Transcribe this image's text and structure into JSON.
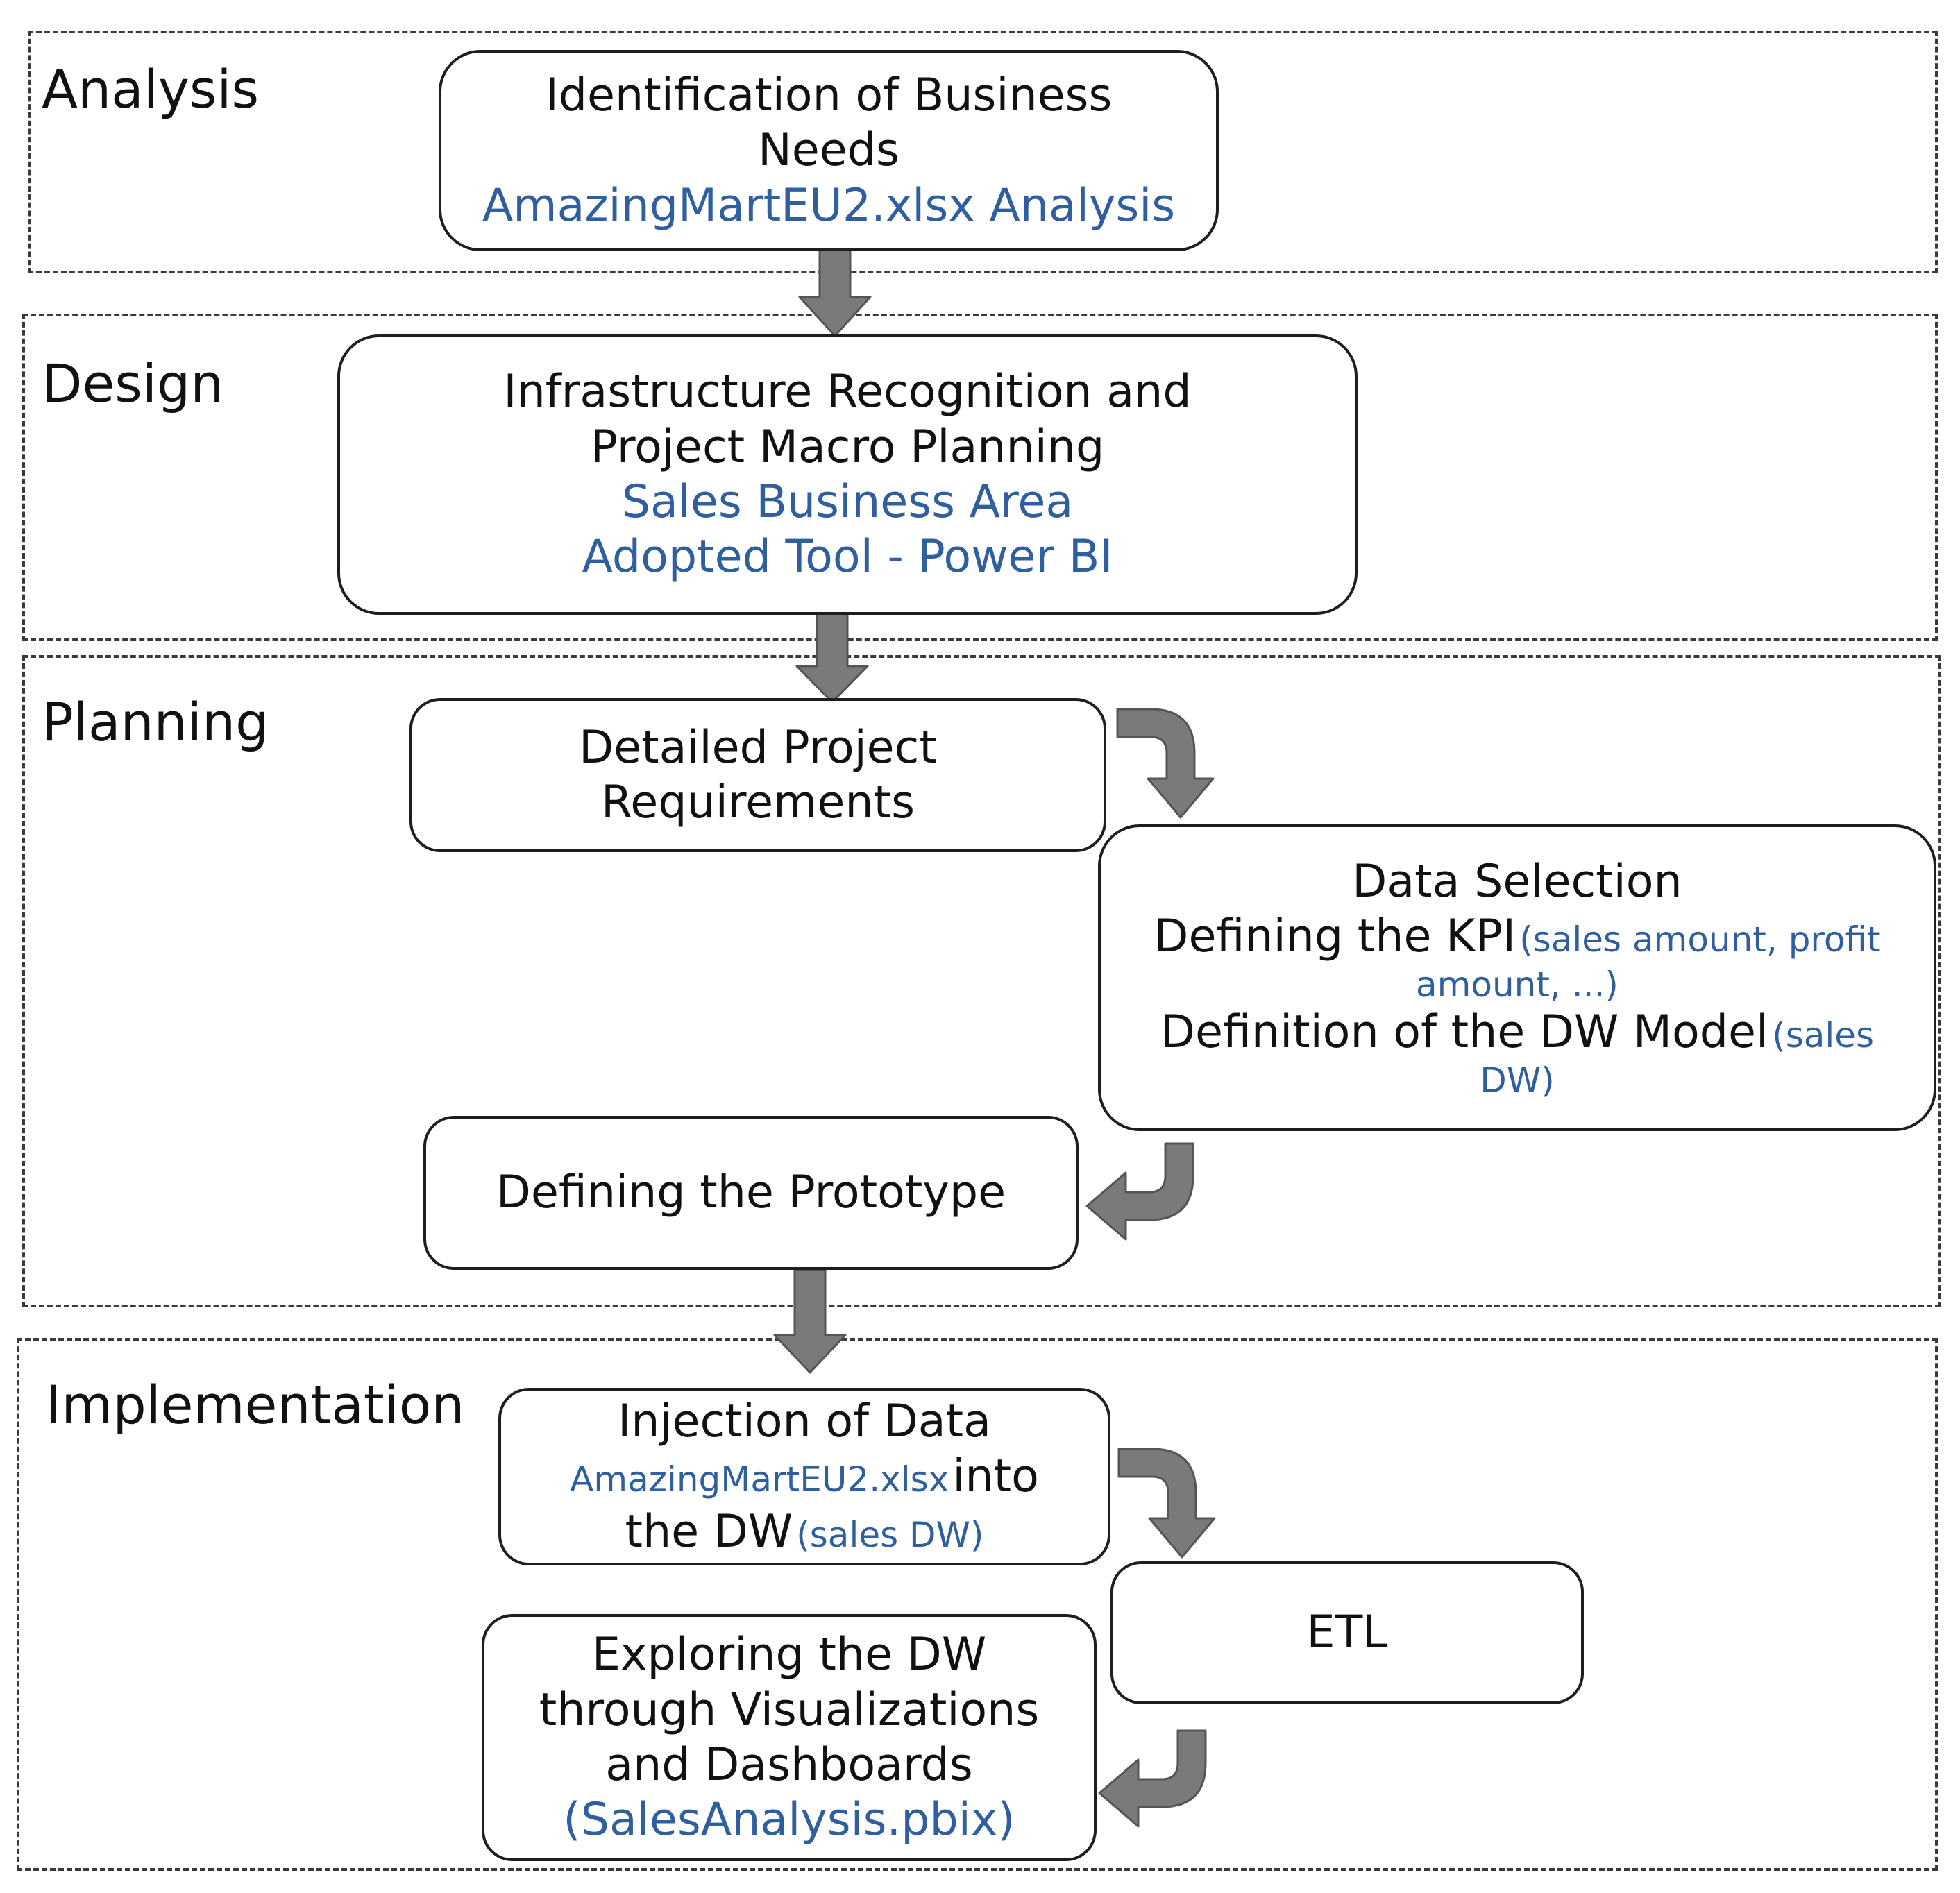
{
  "colors": {
    "accent": "#2f5f9e",
    "arrow": "#7a7a7a",
    "arrow_edge": "#555555",
    "border": "#1e1e1e"
  },
  "phases": [
    {
      "label": "Analysis"
    },
    {
      "label": "Design"
    },
    {
      "label": "Planning"
    },
    {
      "label": "Implementation"
    }
  ],
  "nodes": {
    "business_needs": {
      "line1": "Identification of Business",
      "line2": "Needs",
      "link": "AmazingMartEU2.xlsx Analysis"
    },
    "infrastructure": {
      "line1": "Infrastructure Recognition and",
      "line2": "Project Macro Planning",
      "link1": "Sales Business Area",
      "link2": "Adopted Tool - Power BI"
    },
    "requirements": {
      "line1": "Detailed Project",
      "line2": "Requirements"
    },
    "data_selection": {
      "title": "Data Selection",
      "kpi": "Defining the KPI",
      "kpi_note": "(sales amount, profit amount, ...)",
      "model": "Definition of the DW Model",
      "model_note": "(sales DW)"
    },
    "prototype": {
      "label": "Defining the Prototype"
    },
    "injection": {
      "line1": "Injection of Data",
      "file": "AmazingMartEU2.xlsx",
      "into": "into",
      "dw": "the DW",
      "dw_note": "(sales DW)"
    },
    "etl": {
      "label": "ETL"
    },
    "exploring": {
      "line1": "Exploring the DW",
      "line2": "through Visualizations",
      "line3": "and Dashboards",
      "file": "(SalesAnalysis.pbix)"
    }
  }
}
